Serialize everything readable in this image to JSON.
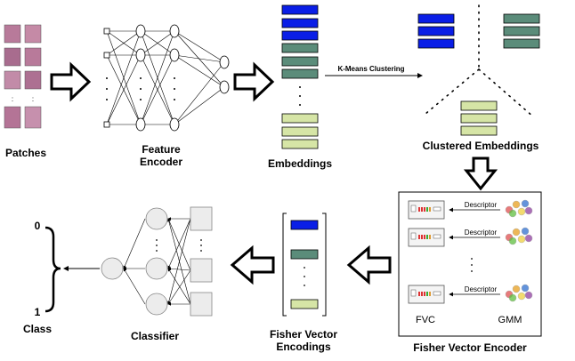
{
  "labels": {
    "patches": "Patches",
    "feature_encoder_line1": "Feature",
    "feature_encoder_line2": "Encoder",
    "embeddings": "Embeddings",
    "kmeans": "K-Means Clustering",
    "clustered": "Clustered Embeddings",
    "fisher_vector_encoder": "Fisher Vector Encoder",
    "fve_line1": "Fisher Vector",
    "fve_line2": "Encodings",
    "classifier": "Classifier",
    "class": "Class",
    "class0": "0",
    "class1": "1",
    "descriptor": "Descriptor",
    "fvc": "FVC",
    "gmm": "GMM"
  },
  "colors": {
    "blue": "#0a1ee6",
    "teal": "#5b8c7a",
    "green": "#d6e5a6",
    "node_fill": "#ececec",
    "patch": "#b87a9a"
  }
}
